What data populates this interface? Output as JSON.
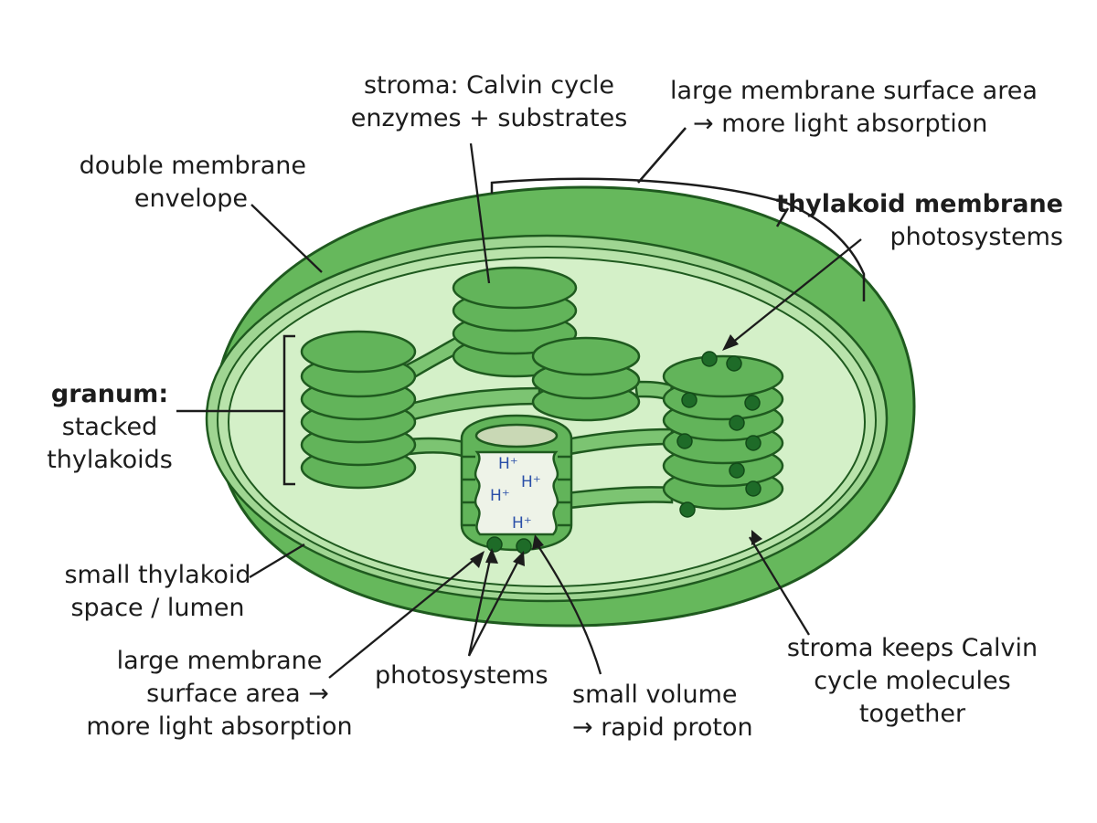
{
  "labels": {
    "stroma_title_1": "stroma: Calvin cycle",
    "stroma_title_2": "enzymes + substrates",
    "surface_top_1": "large membrane surface area",
    "surface_top_2": "→ more light absorption",
    "envelope_1": "double membrane",
    "envelope_2": "envelope",
    "thylakoid_membrane_1": "thylakoid membrane",
    "thylakoid_membrane_2": "photosystems",
    "granum_1": "granum:",
    "granum_2": "stacked",
    "granum_3": "thylakoids",
    "lumen_1": "small thylakoid",
    "lumen_2": "space / lumen",
    "surface_bottom_1": "large membrane",
    "surface_bottom_2": "surface area →",
    "surface_bottom_3": "more light absorption",
    "photosystems": "photosystems",
    "small_volume_1": "small volume",
    "small_volume_2": "→ rapid proton",
    "stroma_keeps_1": "stroma keeps Calvin",
    "stroma_keeps_2": "cycle molecules",
    "stroma_keeps_3": "together",
    "proton": "H⁺"
  },
  "colors": {
    "outline": "#1f5a1f",
    "envelope": "#66b85c",
    "inner_band": "#9fd592",
    "stroma": "#d4f0c8",
    "granum": "#62b45a",
    "photosystem": "#1e6b28",
    "lumen": "#eef3e8",
    "proton_text": "#2a4fa8"
  }
}
